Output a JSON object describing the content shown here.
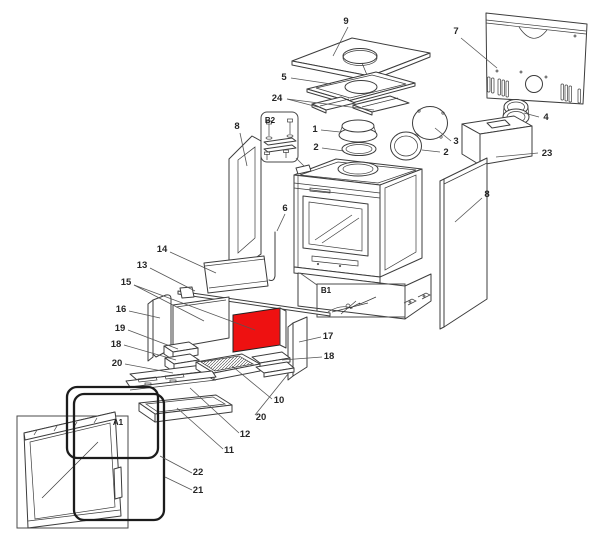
{
  "diagram": {
    "kind": "exploded-parts-diagram",
    "background": "#ffffff",
    "line_color": "#3c3c3c",
    "highlight_color": "#ee1111",
    "callouts": {
      "c1": "1",
      "c2a": "2",
      "c2b": "2",
      "c3": "3",
      "c4": "4",
      "c5": "5",
      "c6": "6",
      "c7": "7",
      "c8a": "8",
      "c8b": "8",
      "c9": "9",
      "c10": "10",
      "c11": "11",
      "c12": "12",
      "c13": "13",
      "c14": "14",
      "c15": "15",
      "c16": "16",
      "c17": "17",
      "c18a": "18",
      "c18b": "18",
      "c19": "19",
      "c20a": "20",
      "c20b": "20",
      "c21": "21",
      "c22": "22",
      "c23": "23",
      "c24": "24",
      "a1": "A1",
      "b1": "B1",
      "b2": "B2"
    }
  }
}
